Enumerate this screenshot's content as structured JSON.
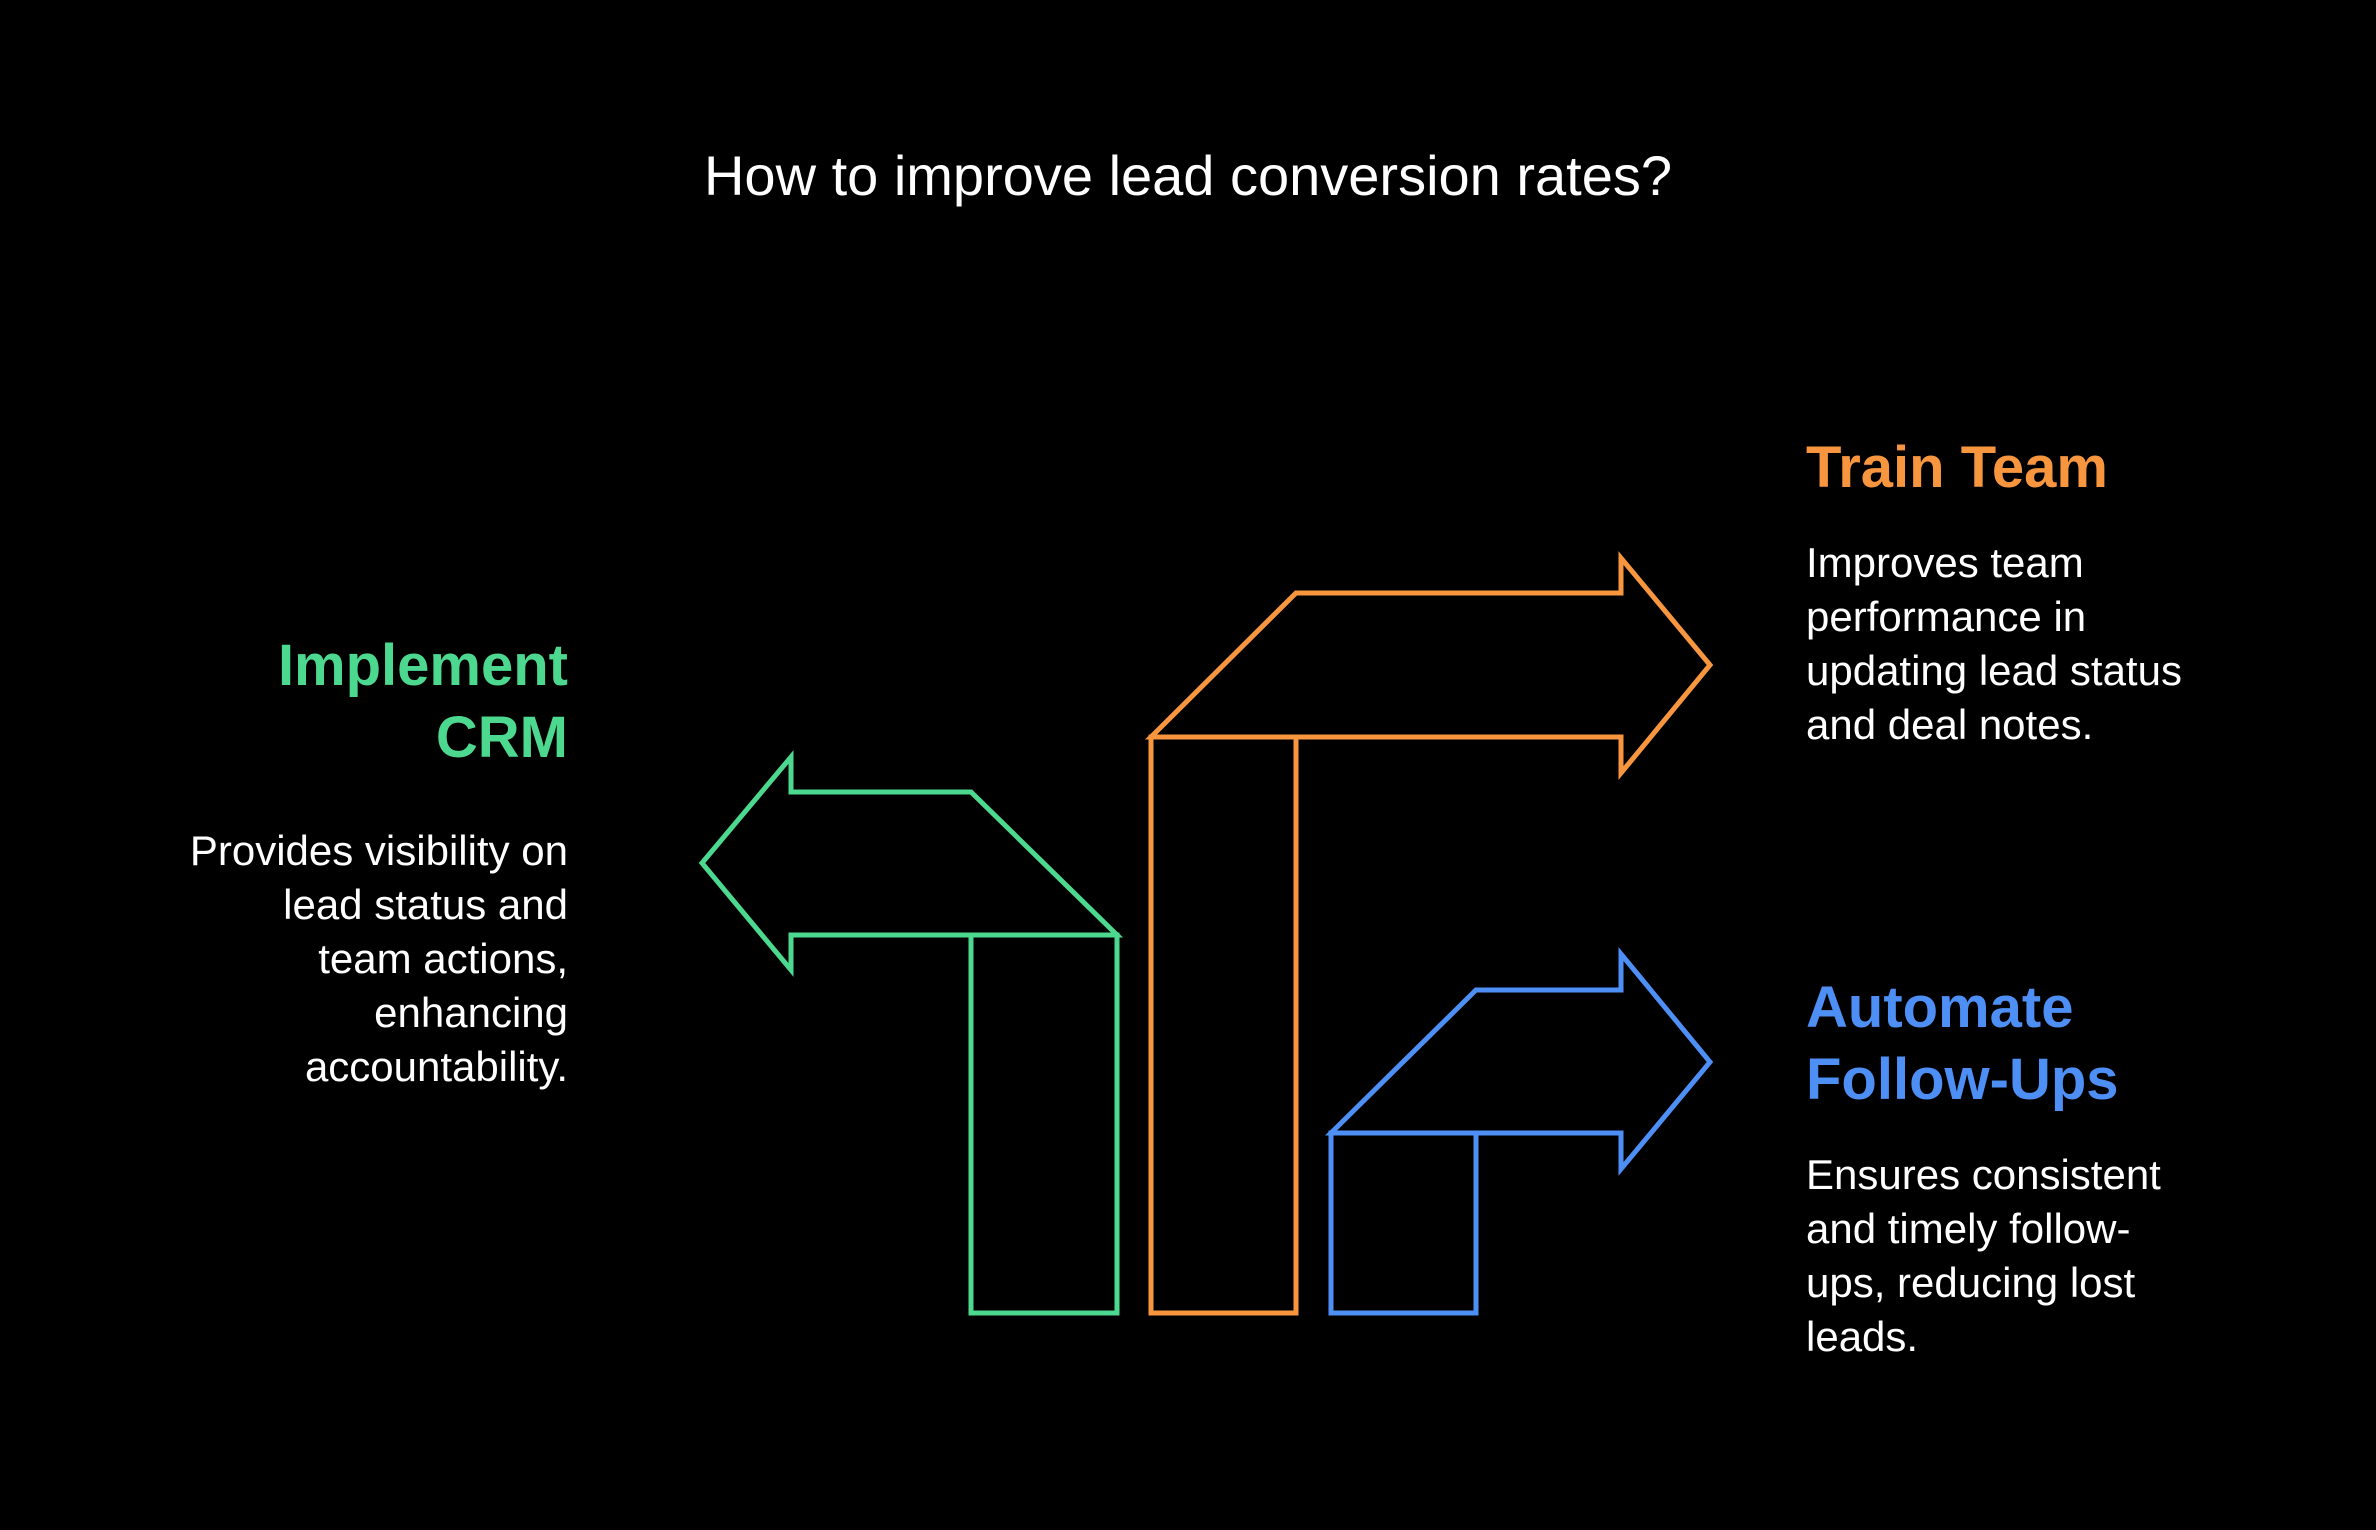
{
  "title": "How to improve lead conversion rates?",
  "colors": {
    "background": "#000000",
    "text": "#ffffff",
    "green": "#4cd98f",
    "orange": "#f7963e",
    "blue": "#4d8ff5"
  },
  "items": [
    {
      "key": "crm",
      "heading_lines": [
        "Implement",
        "CRM"
      ],
      "description_lines": [
        "Provides visibility on",
        "lead status and",
        "team actions,",
        "enhancing",
        "accountability."
      ],
      "color": "#4cd98f",
      "arrow_direction": "left"
    },
    {
      "key": "train",
      "heading_lines": [
        "Train Team"
      ],
      "description_lines": [
        "Improves team",
        "performance in",
        "updating lead status",
        "and deal notes."
      ],
      "color": "#f7963e",
      "arrow_direction": "right"
    },
    {
      "key": "auto",
      "heading_lines": [
        "Automate",
        "Follow-Ups"
      ],
      "description_lines": [
        "Ensures consistent",
        "and timely follow-",
        "ups, reducing lost",
        "leads."
      ],
      "color": "#4d8ff5",
      "arrow_direction": "right"
    }
  ]
}
